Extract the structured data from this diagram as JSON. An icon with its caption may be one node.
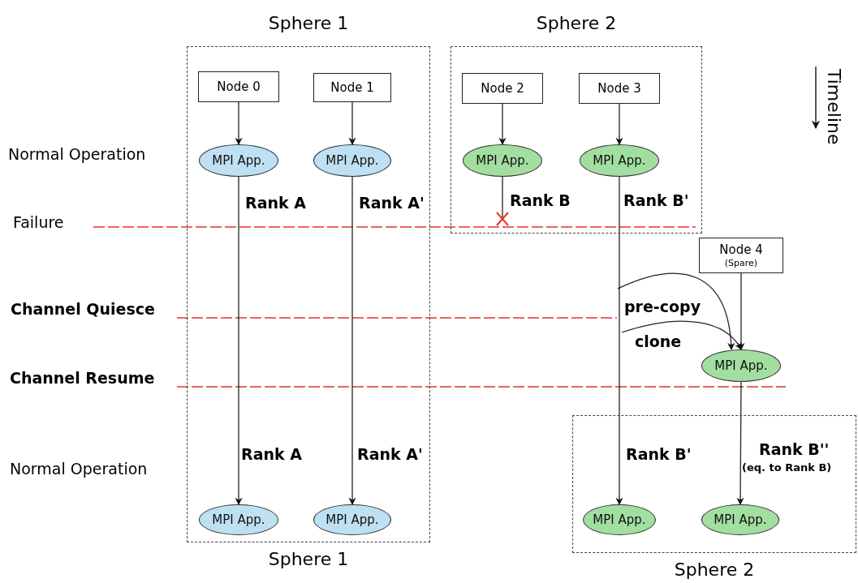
{
  "diagram": {
    "nodes": [
      {
        "text": [
          "Sphere 1"
        ],
        "beside": [
          "Sphere 1"
        ]
      },
      {
        "text": [
          "Sphere 2"
        ]
      },
      {
        "text": [
          "Node 0"
        ],
        "in": 0
      },
      {
        "text": [
          "Node 1"
        ],
        "in": 0
      },
      {
        "text": [
          "Node 2"
        ],
        "in": 1
      },
      {
        "text": [
          "Node 3"
        ],
        "in": 1
      },
      {
        "text": [
          "MPI App."
        ],
        "in": 0
      },
      {
        "text": [
          "MPI App."
        ],
        "in": 0
      },
      {
        "text": [
          "MPI App."
        ],
        "in": 1
      },
      {
        "text": [
          "MPI App."
        ],
        "in": 1
      },
      {
        "text": [
          "Node 4",
          "(Spare)"
        ]
      },
      {
        "text": [
          "MPI App."
        ]
      },
      {
        "text": [],
        "beside": [
          "Sphere 2"
        ],
        "shape": "box"
      },
      {
        "text": [
          "MPI App."
        ],
        "in": 0
      },
      {
        "text": [
          "MPI App."
        ],
        "in": 0
      },
      {
        "text": [
          "MPI App."
        ],
        "in": 12
      },
      {
        "text": [
          "MPI App."
        ],
        "in": 12
      }
    ],
    "edges": [
      {
        "from": 2,
        "to": 6,
        "arrow": "to"
      },
      {
        "from": 3,
        "to": 7,
        "arrow": "to"
      },
      {
        "from": 4,
        "to": 8,
        "arrow": "to"
      },
      {
        "from": 5,
        "to": 9,
        "arrow": "to"
      },
      {
        "from": 6,
        "to": 13,
        "arrow": "to",
        "label": "Rank A"
      },
      {
        "from": 7,
        "to": 14,
        "arrow": "to",
        "label": "Rank A'"
      },
      {
        "from": 8,
        "to": null,
        "arrow": "none",
        "label": "Rank B"
      },
      {
        "from": 9,
        "to": 15,
        "arrow": "to",
        "label": "Rank B'"
      },
      {
        "from": 10,
        "to": 11,
        "arrow": "to"
      },
      {
        "from": null,
        "to": 11,
        "arrow": "to",
        "label": "pre-copy"
      },
      {
        "from": null,
        "to": 11,
        "arrow": "to",
        "label": "clone"
      },
      {
        "from": 11,
        "to": 16,
        "arrow": "to"
      }
    ],
    "labels": [
      "Timeline",
      "Normal Operation",
      "Failure",
      "Channel Quiesce",
      "Channel Resume",
      "Normal Operation",
      "Rank A",
      "Rank A'",
      "Rank B'",
      "Rank B''",
      "(eq. to Rank B)"
    ]
  }
}
